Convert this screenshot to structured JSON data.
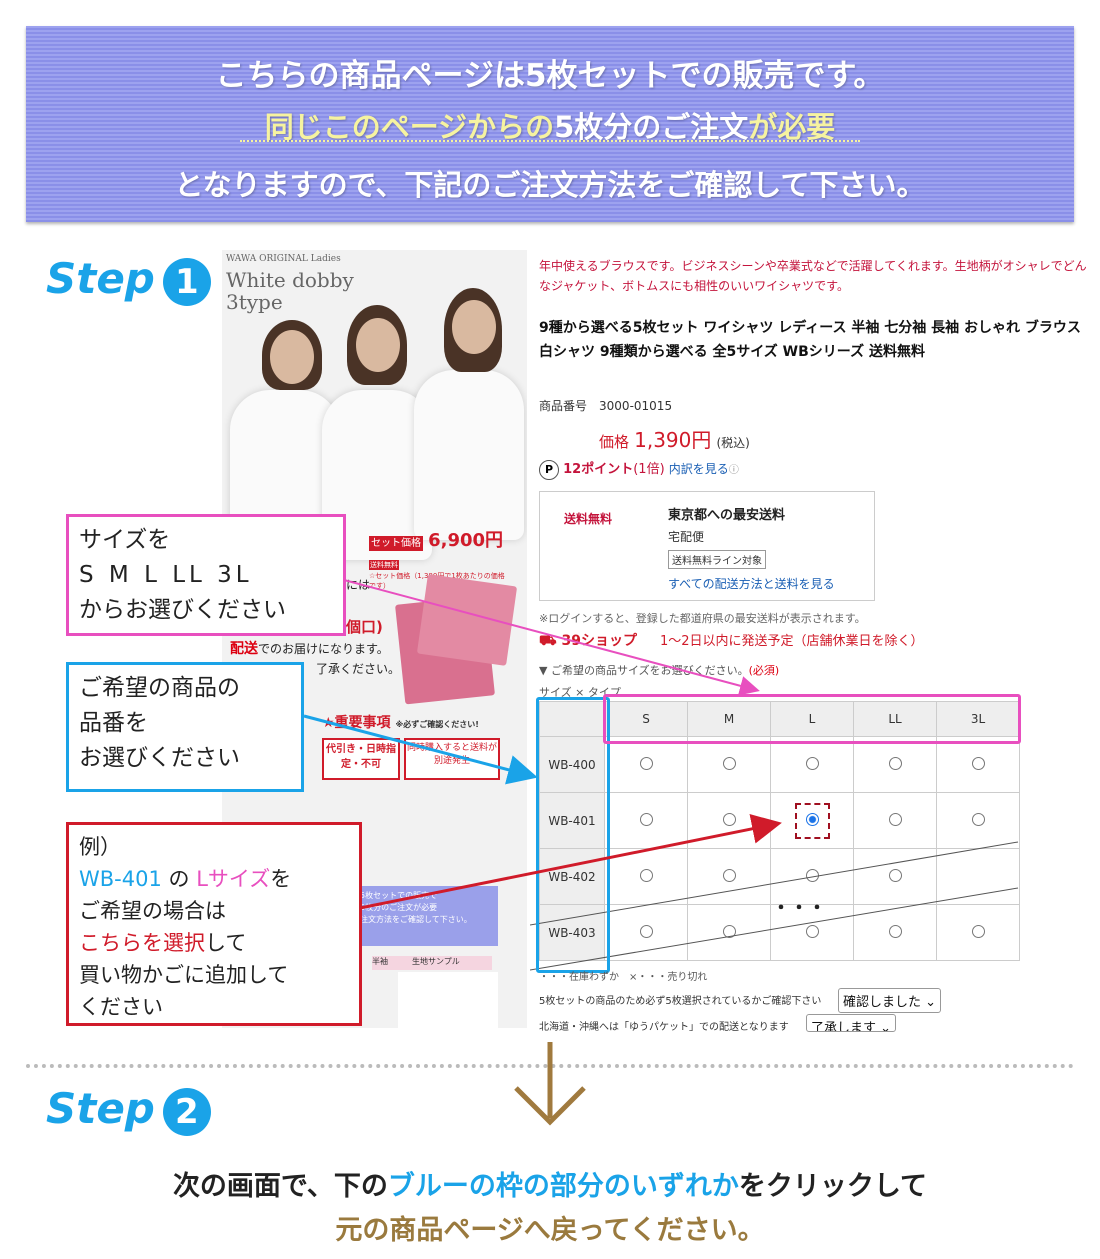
{
  "banner": {
    "line1": "こちらの商品ページは5枚セットでの販売です。",
    "line2_a": "同じこのページからの",
    "line2_b": "5枚分のご注文",
    "line2_c": "が必要",
    "line3": "となりますので、下記のご注文方法をご確認して下さい。"
  },
  "step1": {
    "label": "Step",
    "num": "1"
  },
  "step2": {
    "label": "Step",
    "num": "2"
  },
  "product_image": {
    "brand": "WAWA ORIGINAL Ladies",
    "title1": "White dobby",
    "title2": "3type",
    "set_price_label": "セット価格",
    "set_price": "6,900円",
    "set_price_sub": "☆セット価格（1,380円で1枚あたりの価格です）",
    "free_ship": "送料無料",
    "delivery_word": "配送",
    "delivery_tail": "でのお届けになります。",
    "fragment_ha": "には",
    "fragment_kaku": "個口)",
    "fragment_kudasai": "了承ください。",
    "important": "★重要事項",
    "important_sub": "※必ずご確認ください!",
    "box1": "代引き・日時指定・不可",
    "box2": "同時購入すると送料が別途発生",
    "set_note1": "5枚セットでの販売で",
    "set_note2": "5枚分のご注文が必要",
    "set_note3": "注文方法をご確認して下さい。",
    "sample_head": "生地サンプル",
    "sleeve": "半袖"
  },
  "product": {
    "description": "年中使えるブラウスです。ビジネスシーンや卒業式などで活躍してくれます。生地柄がオシャレでどんなジャケット、ボトムスにも相性のいいワイシャツです。",
    "title": "9種から選べる5枚セット ワイシャツ レディース 半袖 七分袖 長袖 おしゃれ ブラウス 白シャツ 9種類から選べる 全5サイズ WBシリーズ 送料無料",
    "number_label": "商品番号",
    "number": "3000-01015",
    "price_label": "価格",
    "price": "1,390円",
    "tax": "(税込)",
    "points": "12ポイント",
    "points_rate": "(1倍)",
    "points_link": "内訳を見る",
    "shipping_free": "送料無料",
    "shipping_title": "東京都への最安送料",
    "shipping_method": "宅配便",
    "shipping_badge": "送料無料ライン対象",
    "shipping_link": "すべての配送方法と送料を見る",
    "login_note": "※ログインすると、登録した都道府県の最安送料が表示されます。",
    "shop_label": "39ショップ",
    "ship_schedule": "1〜2日以内に発送予定（店舗休業日を除く）",
    "size_select_label": "▼ ご希望の商品サイズをお選びください。",
    "required": "(必須)",
    "size_type_label": "サイズ × タイプ",
    "stock_legend": "・・・在庫わずか　×・・・売り切れ",
    "confirm_label": "5枚セットの商品のため必ず5枚選択されているかご確認下さい",
    "confirm_value": "確認しました",
    "hokkaido_label": "北海道・沖縄へは「ゆうパケット」での配送となります",
    "hokkaido_value": "了承します"
  },
  "table": {
    "sizes": [
      "S",
      "M",
      "L",
      "LL",
      "3L"
    ],
    "rows": [
      "WB-400",
      "WB-401",
      "WB-402",
      "WB-403"
    ],
    "selected": {
      "row": "WB-401",
      "size": "L"
    },
    "ellipsis": "・・・"
  },
  "notes": {
    "size_note_1": "サイズを",
    "size_note_2": "S M L LL 3L",
    "size_note_3": "からお選びください",
    "code_note_1": "ご希望の商品の",
    "code_note_2": "品番を",
    "code_note_3": "お選びください",
    "ex_1": "例）",
    "ex_code": "WB-401",
    "ex_no": " の ",
    "ex_size": "Lサイズ",
    "ex_wo": "を",
    "ex_2": "ご希望の場合は",
    "ex_sel": "こちらを選択",
    "ex_shite": "して",
    "ex_3": "買い物かごに追加して",
    "ex_4": "ください"
  },
  "step2_text": {
    "line1_a": "次の画面で、下の",
    "line1_b": "ブルーの枠の部分のいずれか",
    "line1_c": "をクリックして",
    "line2": "元の商品ページへ戻ってください。"
  },
  "colors": {
    "blue": "#1aa3e8",
    "pink": "#e84fbf",
    "red": "#d01b2a",
    "gold": "#9a7a3e"
  }
}
